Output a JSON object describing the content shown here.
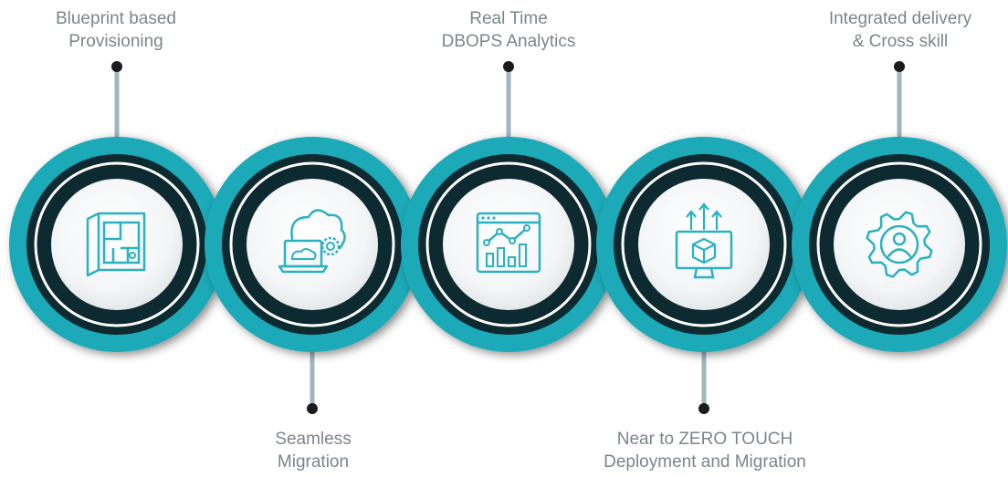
{
  "colors": {
    "teal": "#1ea9b8",
    "dark_ring": "#0e2a31",
    "connector": "#9fb6bf",
    "dot": "#1b1b1b",
    "icon": "#2bb1c0",
    "label": "#7b858a"
  },
  "steps": [
    {
      "label_lines": [
        "Blueprint based",
        "Provisioning"
      ],
      "position": "top",
      "icon": "blueprint-icon"
    },
    {
      "label_lines": [
        "Seamless",
        "Migration"
      ],
      "position": "bottom",
      "icon": "cloud-laptop-gear-icon"
    },
    {
      "label_lines": [
        "Real Time",
        "DBOPS Analytics"
      ],
      "position": "top",
      "icon": "analytics-dashboard-icon"
    },
    {
      "label_lines": [
        "Near to ZERO TOUCH",
        "Deployment and Migration"
      ],
      "position": "bottom",
      "icon": "monitor-cube-deploy-icon"
    },
    {
      "label_lines": [
        "Integrated delivery",
        "& Cross skill"
      ],
      "position": "top",
      "icon": "gear-person-icon"
    }
  ]
}
